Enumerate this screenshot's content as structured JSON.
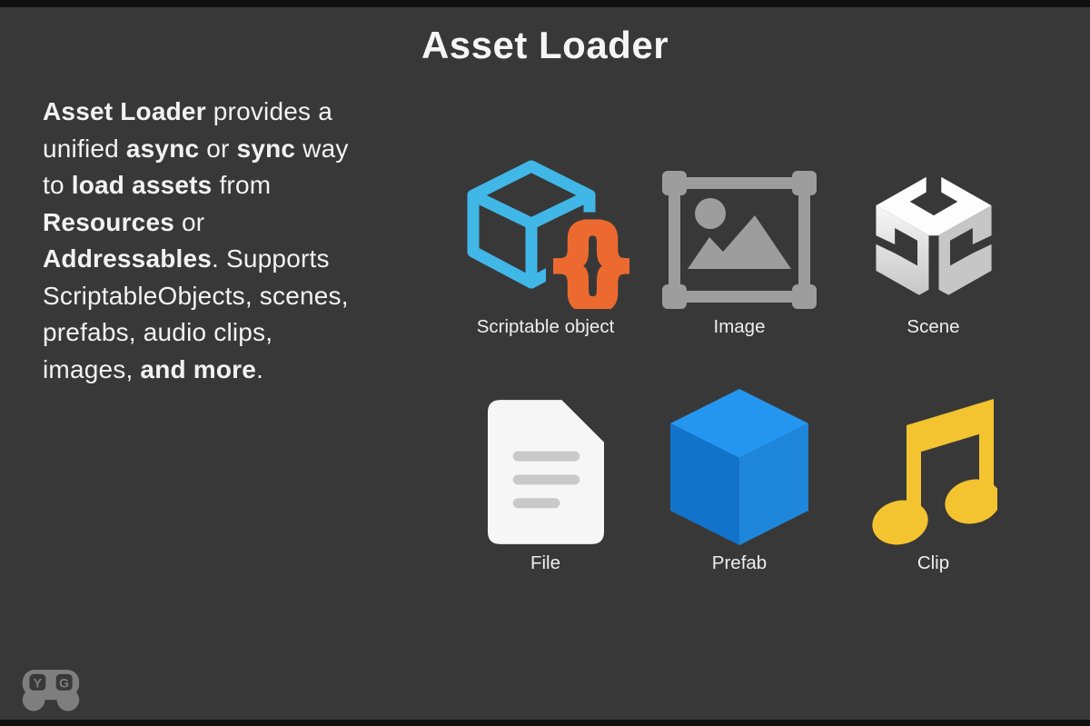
{
  "slide": {
    "title": "Asset Loader",
    "description_segments": [
      {
        "text": "Asset Loader",
        "bold": true
      },
      {
        "text": " provides a unified ",
        "bold": false
      },
      {
        "text": "async",
        "bold": true
      },
      {
        "text": " or ",
        "bold": false
      },
      {
        "text": "sync",
        "bold": true
      },
      {
        "text": " way to ",
        "bold": false
      },
      {
        "text": "load assets",
        "bold": true
      },
      {
        "text": " from ",
        "bold": false
      },
      {
        "text": "Resources",
        "bold": true
      },
      {
        "text": " or ",
        "bold": false
      },
      {
        "text": "Addressables",
        "bold": true
      },
      {
        "text": ". Supports ScriptableObjects, scenes, prefabs, audio clips, images, ",
        "bold": false
      },
      {
        "text": "and more",
        "bold": true
      },
      {
        "text": ".",
        "bold": false
      }
    ]
  },
  "asset_grid": {
    "items": [
      {
        "label": "Scriptable object",
        "icon": "scriptable-object-icon"
      },
      {
        "label": "Image",
        "icon": "image-icon"
      },
      {
        "label": "Scene",
        "icon": "unity-scene-icon"
      },
      {
        "label": "File",
        "icon": "file-icon"
      },
      {
        "label": "Prefab",
        "icon": "prefab-cube-icon"
      },
      {
        "label": "Clip",
        "icon": "audio-clip-icon"
      }
    ]
  },
  "scriptable_icon": {
    "brace_open": "{",
    "brace_close": "}"
  },
  "footer": {
    "logo_name": "yg-gamepad-logo",
    "logo_letter_left": "Y",
    "logo_letter_right": "G"
  },
  "colors": {
    "background": "#383838",
    "frame_bars": "#101010",
    "text": "#f2f2f2",
    "scriptable_blue": "#41b7e8",
    "braces_orange": "#ec6a2f",
    "image_gray": "#9d9d9d",
    "scene_white": "#fafafa",
    "scene_gray": "#c6c6c6",
    "file_white": "#f6f6f6",
    "file_lines_gray": "#c9c9c9",
    "prefab_top": "#2496f0",
    "prefab_left": "#1273cb",
    "prefab_right": "#1e86db",
    "clip_yellow": "#f3c330",
    "logo_gray": "#8e8e8e"
  }
}
